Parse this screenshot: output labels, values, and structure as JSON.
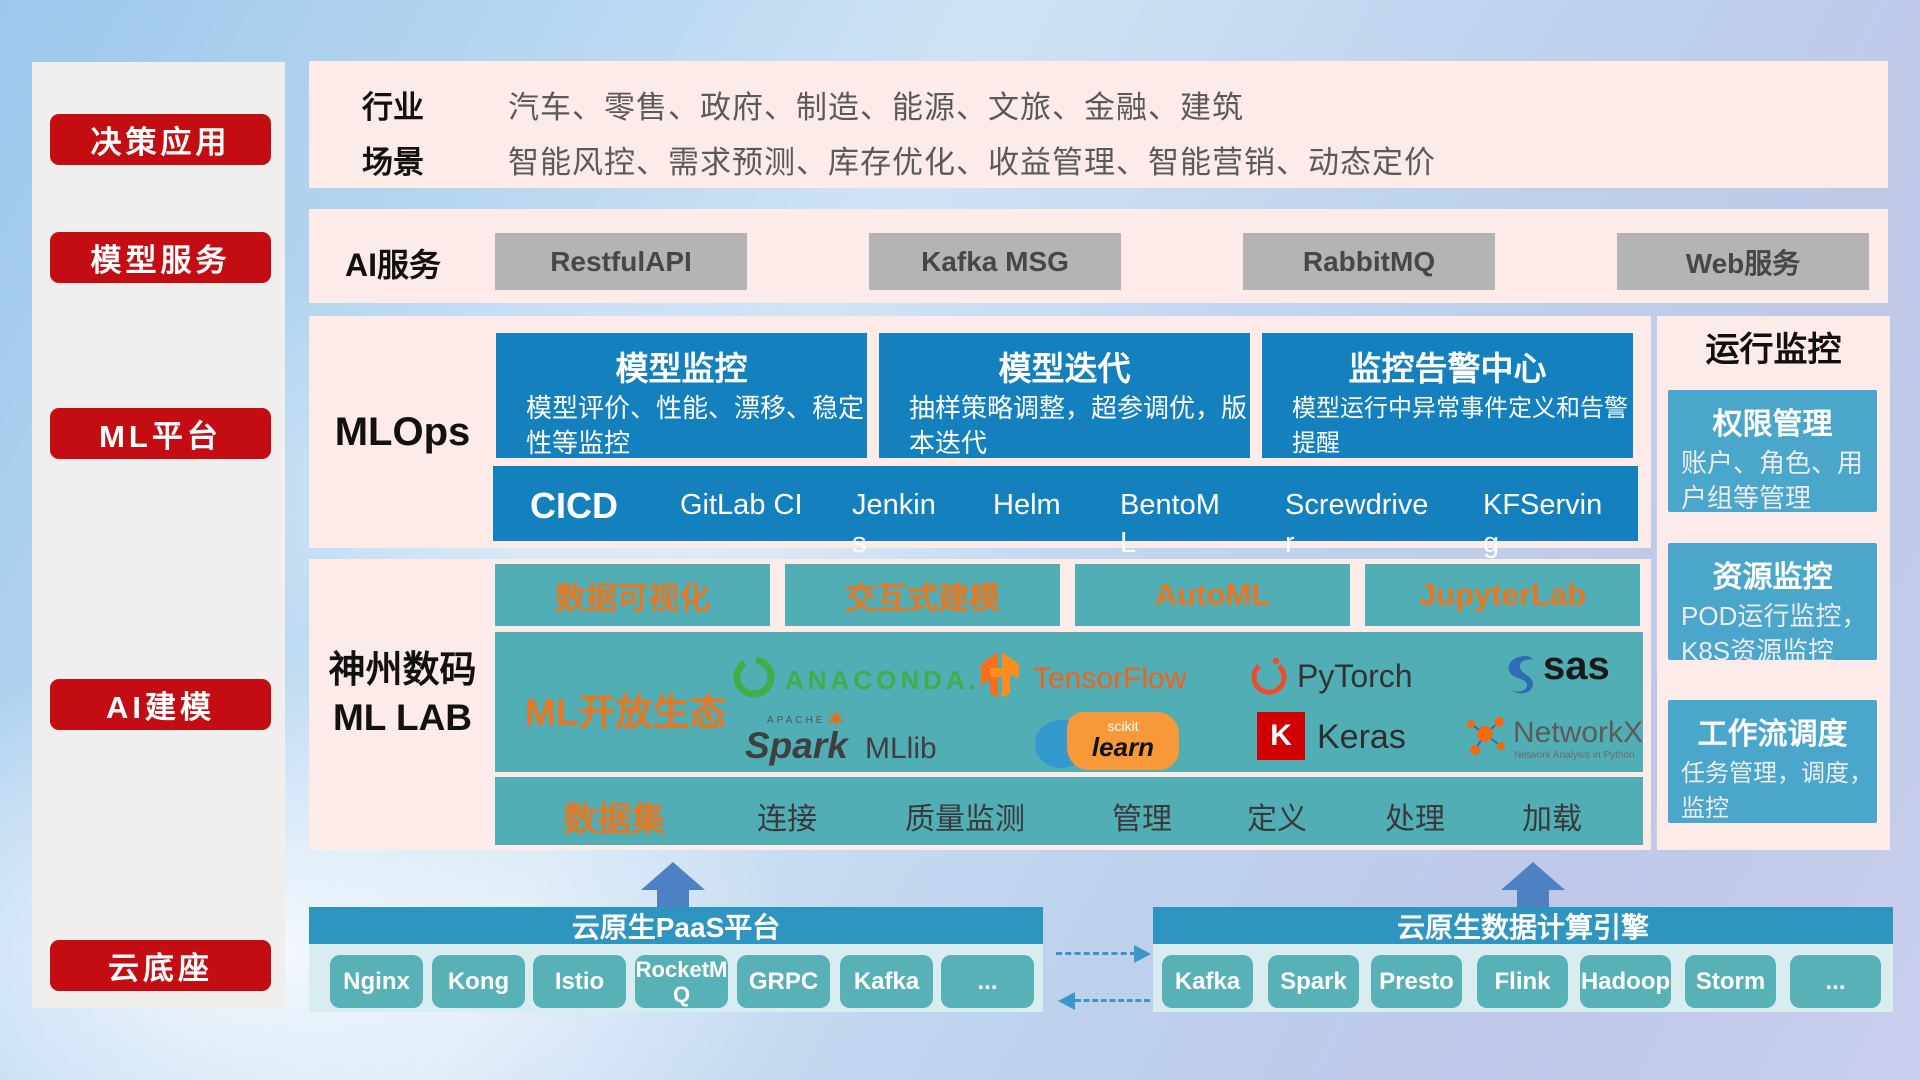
{
  "sidebar": {
    "items": [
      "决策应用",
      "模型服务",
      "ML平台",
      "AI建模",
      "云底座"
    ]
  },
  "industry_row": {
    "label1": "行业",
    "label2": "场景",
    "industries": "汽车、零售、政府、制造、能源、文旅、金融、建筑",
    "scenarios": "智能风控、需求预测、库存优化、收益管理、智能营销、动态定价"
  },
  "ai_service_row": {
    "label": "AI服务",
    "services": [
      "RestfulAPI",
      "Kafka MSG",
      "RabbitMQ",
      "Web服务"
    ]
  },
  "mlops_row": {
    "label": "MLOps",
    "boxes": [
      {
        "title": "模型监控",
        "desc": "模型评价、性能、漂移、稳定性等监控"
      },
      {
        "title": "模型迭代",
        "desc": "抽样策略调整，超参调优，版本迭代"
      },
      {
        "title": "监控告警中心",
        "desc": "模型运行中异常事件定义和告警提醒"
      }
    ],
    "cicd": {
      "label": "CICD",
      "tools": [
        "GitLab CI",
        "Jenkins",
        "Helm",
        "BentoML",
        "Screwdriver",
        "KFServing"
      ]
    }
  },
  "monitor_panel": {
    "title": "运行监控",
    "boxes": [
      {
        "title": "权限管理",
        "desc": "账户、角色、用户组等管理"
      },
      {
        "title": "资源监控",
        "desc": "POD运行监控，K8S资源监控"
      },
      {
        "title": "工作流调度",
        "desc": "任务管理，调度，监控"
      }
    ]
  },
  "mllab_row": {
    "label_line1": "神州数码",
    "label_line2": "ML LAB",
    "headers": [
      "数据可视化",
      "交互式建模",
      "AutoML",
      "JupyterLab"
    ],
    "ecosystem_label": "ML开放生态",
    "logos": {
      "anaconda": "ANACONDA.",
      "tensorflow": "TensorFlow",
      "pytorch": "PyTorch",
      "sas": "sas",
      "spark_apache": "APACHE",
      "spark": "Spark",
      "mllib": "MLlib",
      "scikit_top": "scikit",
      "scikit_bottom": "learn",
      "keras_k": "K",
      "keras": "Keras",
      "networkx": "NetworkX",
      "networkx_sub": "Network Analysis in Python"
    },
    "dataset": {
      "label": "数据集",
      "items": [
        "连接",
        "质量监测",
        "管理",
        "定义",
        "处理",
        "加载"
      ]
    }
  },
  "bottom": {
    "left": {
      "title": "云原生PaaS平台",
      "buttons": [
        "Nginx",
        "Kong",
        "Istio",
        "RocketMQ",
        "GRPC",
        "Kafka",
        "..."
      ]
    },
    "right": {
      "title": "云原生数据计算引擎",
      "buttons": [
        "Kafka",
        "Spark",
        "Presto",
        "Flink",
        "Hadoop",
        "Storm",
        "..."
      ]
    }
  },
  "colors": {
    "red": "#c30d12",
    "pink": "#fcebe8",
    "blue": "#1480bd",
    "teal": "#51aeb5",
    "panel_blue": "#4aa6cb",
    "bar_blue": "#2e95c1",
    "chip_teal": "#57b1b7",
    "orange": "#e87722"
  }
}
